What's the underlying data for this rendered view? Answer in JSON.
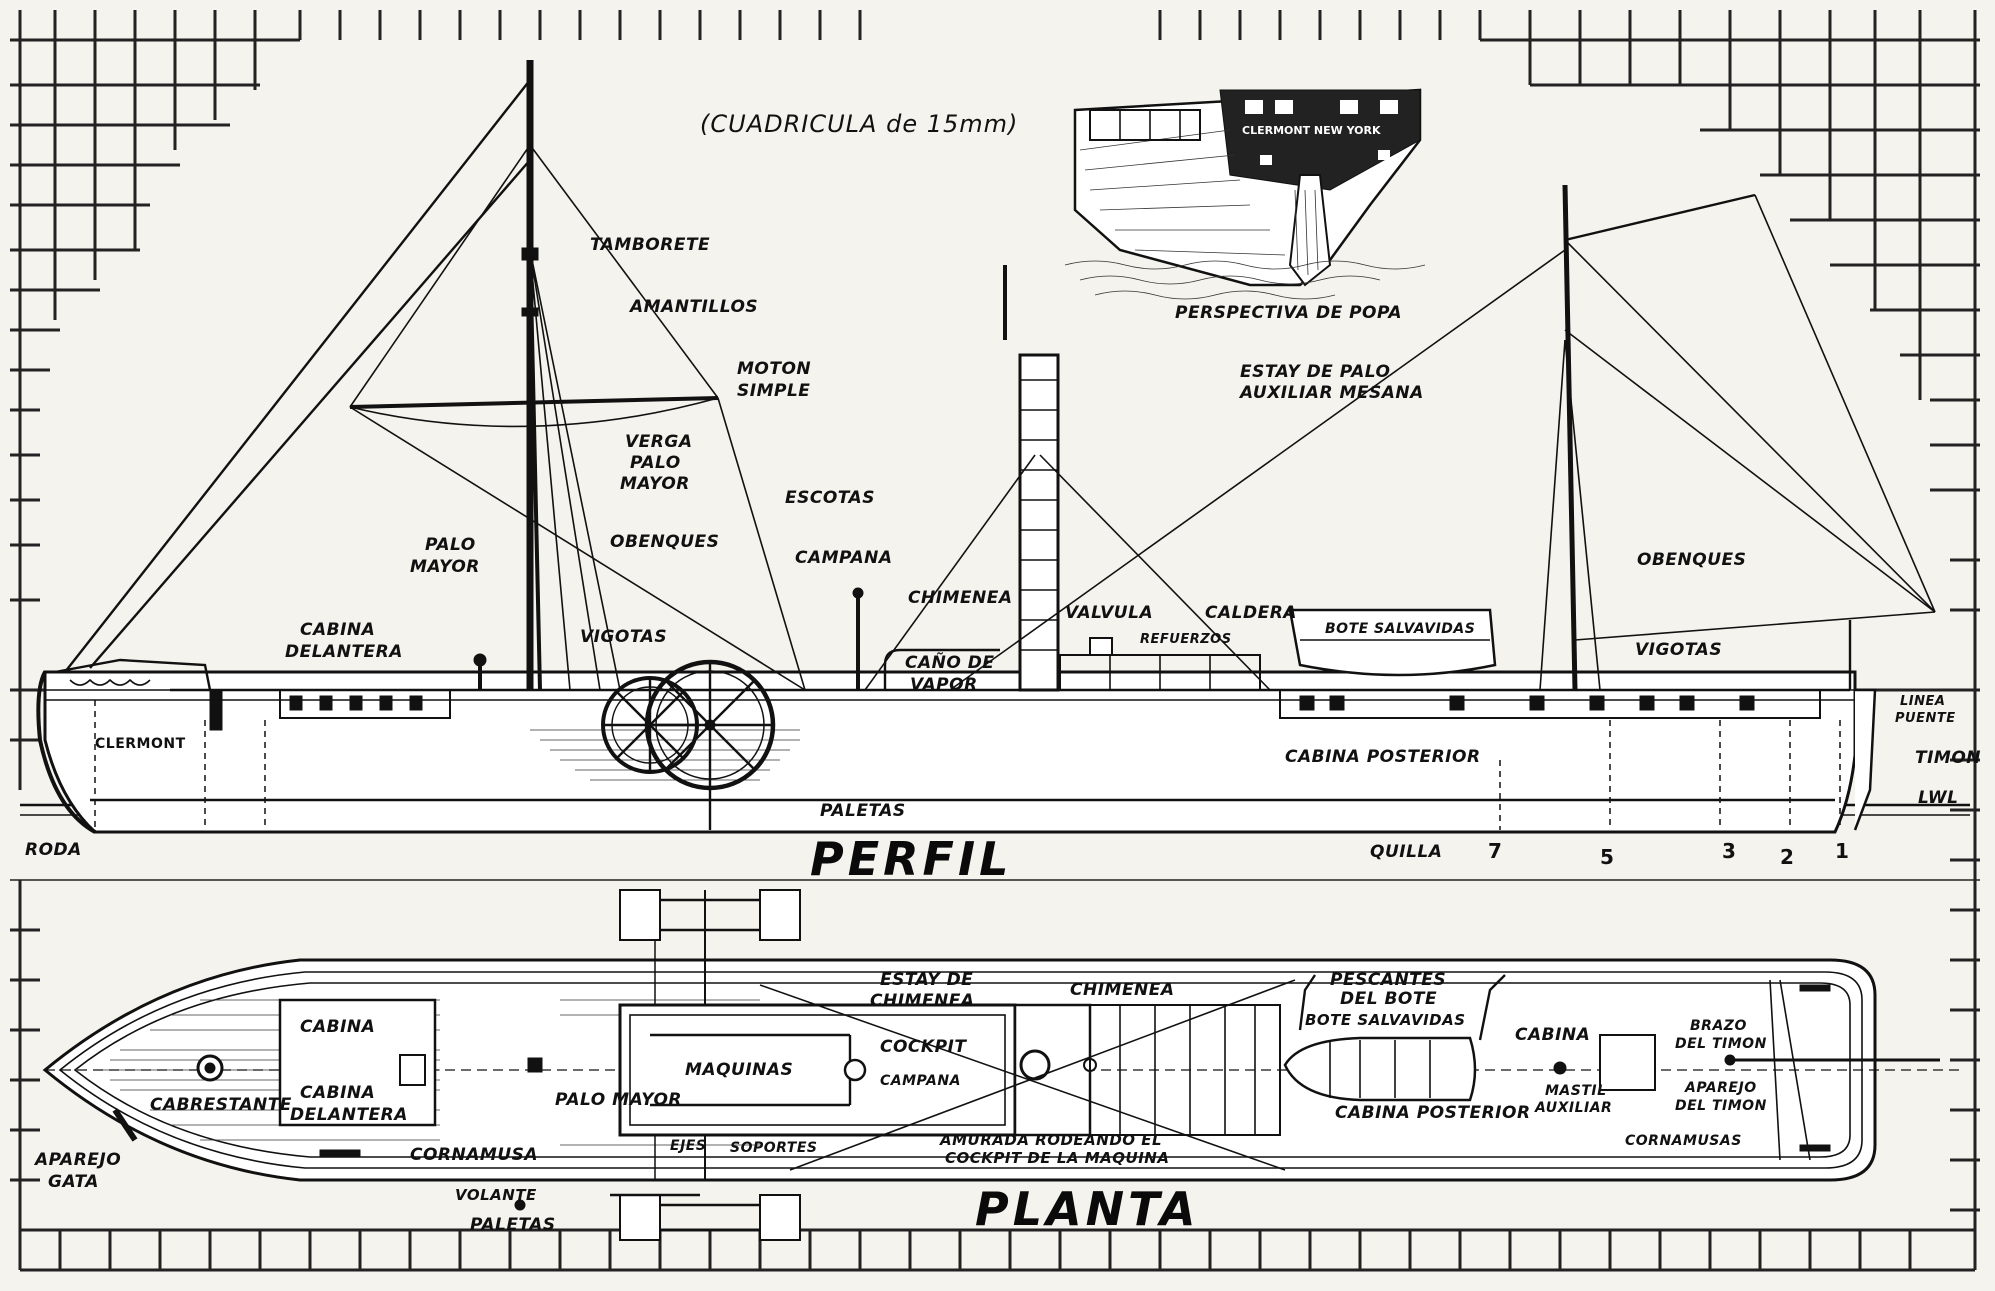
{
  "grid_note": "(CUADRICULA de 15mm)",
  "views": {
    "profile_title": "PERFIL",
    "plan_title": "PLANTA",
    "stern_view_caption": "PERSPECTIVA DE POPA"
  },
  "stern_view": {
    "name_board": "CLERMONT NEW YORK"
  },
  "profile_labels": {
    "tamborete": "TAMBORETE",
    "amantillos": "AMANTILLOS",
    "moton_l1": "MOTON",
    "moton_l2": "SIMPLE",
    "verga_l1": "VERGA",
    "verga_l2": "PALO",
    "verga_l3": "MAYOR",
    "escotas": "ESCOTAS",
    "palo_l1": "PALO",
    "palo_l2": "MAYOR",
    "obenques_fwd": "OBENQUES",
    "campana": "CAMPANA",
    "chimenea": "CHIMENEA",
    "valvula": "VALVULA",
    "refuerzos": "REFUERZOS",
    "caldera": "CALDERA",
    "estay_l1": "ESTAY DE PALO",
    "estay_l2": "AUXILIAR MESANA",
    "obenques_aft": "OBENQUES",
    "bote": "BOTE SALVAVIDAS",
    "vigotas_aft": "VIGOTAS",
    "vigotas_fwd": "VIGOTAS",
    "cabina_del_l1": "CABINA",
    "cabina_del_l2": "DELANTERA",
    "cano_l1": "CAÑO DE",
    "cano_l2": "VAPOR",
    "hull_name": "CLERMONT",
    "cabina_posterior": "CABINA POSTERIOR",
    "linea_l1": "LINEA",
    "linea_l2": "PUENTE",
    "timon": "TIMON",
    "lwl": "LWL",
    "paletas": "PALETAS",
    "roda": "RODA",
    "quilla": "QUILLA"
  },
  "station_numbers": [
    "7",
    "5",
    "3",
    "2",
    "1"
  ],
  "plan_labels": {
    "estay_l1": "ESTAY DE",
    "estay_l2": "CHIMENEA",
    "chimenea": "CHIMENEA",
    "pescantes_l1": "PESCANTES",
    "pescantes_l2": "DEL BOTE",
    "cabina": "CABINA",
    "cabina_del_l1": "CABINA",
    "cabina_del_l2": "DELANTERA",
    "maquinas": "MAQUINAS",
    "cockpit": "COCKPIT",
    "campana": "CAMPANA",
    "bote": "BOTE SALVAVIDAS",
    "cabina_aft": "CABINA",
    "brazo_l1": "BRAZO",
    "brazo_l2": "DEL TIMON",
    "mastil_l1": "MASTIL",
    "mastil_l2": "AUXILIAR",
    "aparejo_timon_l1": "APAREJO",
    "aparejo_timon_l2": "DEL TIMON",
    "cabina_posterior": "CABINA POSTERIOR",
    "cabrestante": "CABRESTANTE",
    "palo_mayor": "PALO MAYOR",
    "aparejo_gata_l1": "APAREJO",
    "aparejo_gata_l2": "GATA",
    "cornamusa": "CORNAMUSA",
    "ejes": "EJES",
    "soportes": "SOPORTES",
    "amurada_l1": "AMURADA RODEANDO EL",
    "amurada_l2": "COCKPIT DE LA MAQUINA",
    "cornamusas": "CORNAMUSAS",
    "volante": "VOLANTE",
    "paletas": "PALETAS"
  }
}
